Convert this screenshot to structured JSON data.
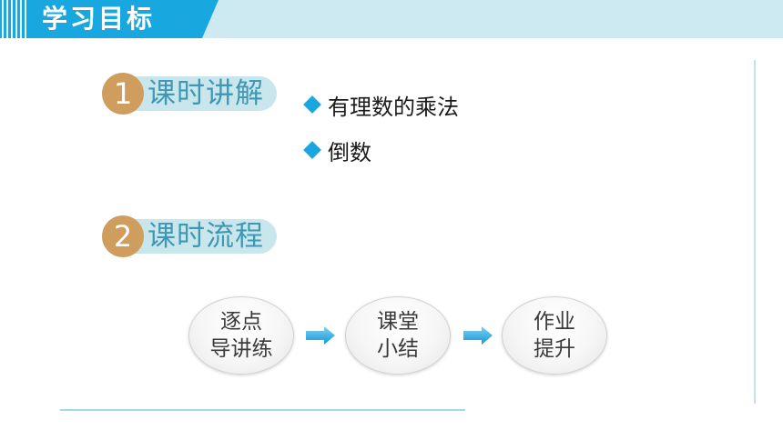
{
  "header": {
    "title": "学习目标"
  },
  "sections": [
    {
      "number": "1",
      "title": "课时讲解"
    },
    {
      "number": "2",
      "title": "课时流程"
    }
  ],
  "bullets": [
    "有理数的乘法",
    "倒数"
  ],
  "flow": [
    {
      "line1": "逐点",
      "line2": "导讲练"
    },
    {
      "line1": "课堂",
      "line2": "小结"
    },
    {
      "line1": "作业",
      "line2": "提升"
    }
  ],
  "colors": {
    "accent_blue": "#19a7df",
    "header_band": "#cde9f1",
    "number_gold": "#cf9d5e",
    "section_text": "#3f98b3"
  },
  "icons": {
    "bullet": "diamond-icon",
    "flow_arrow": "arrow-right-icon"
  }
}
